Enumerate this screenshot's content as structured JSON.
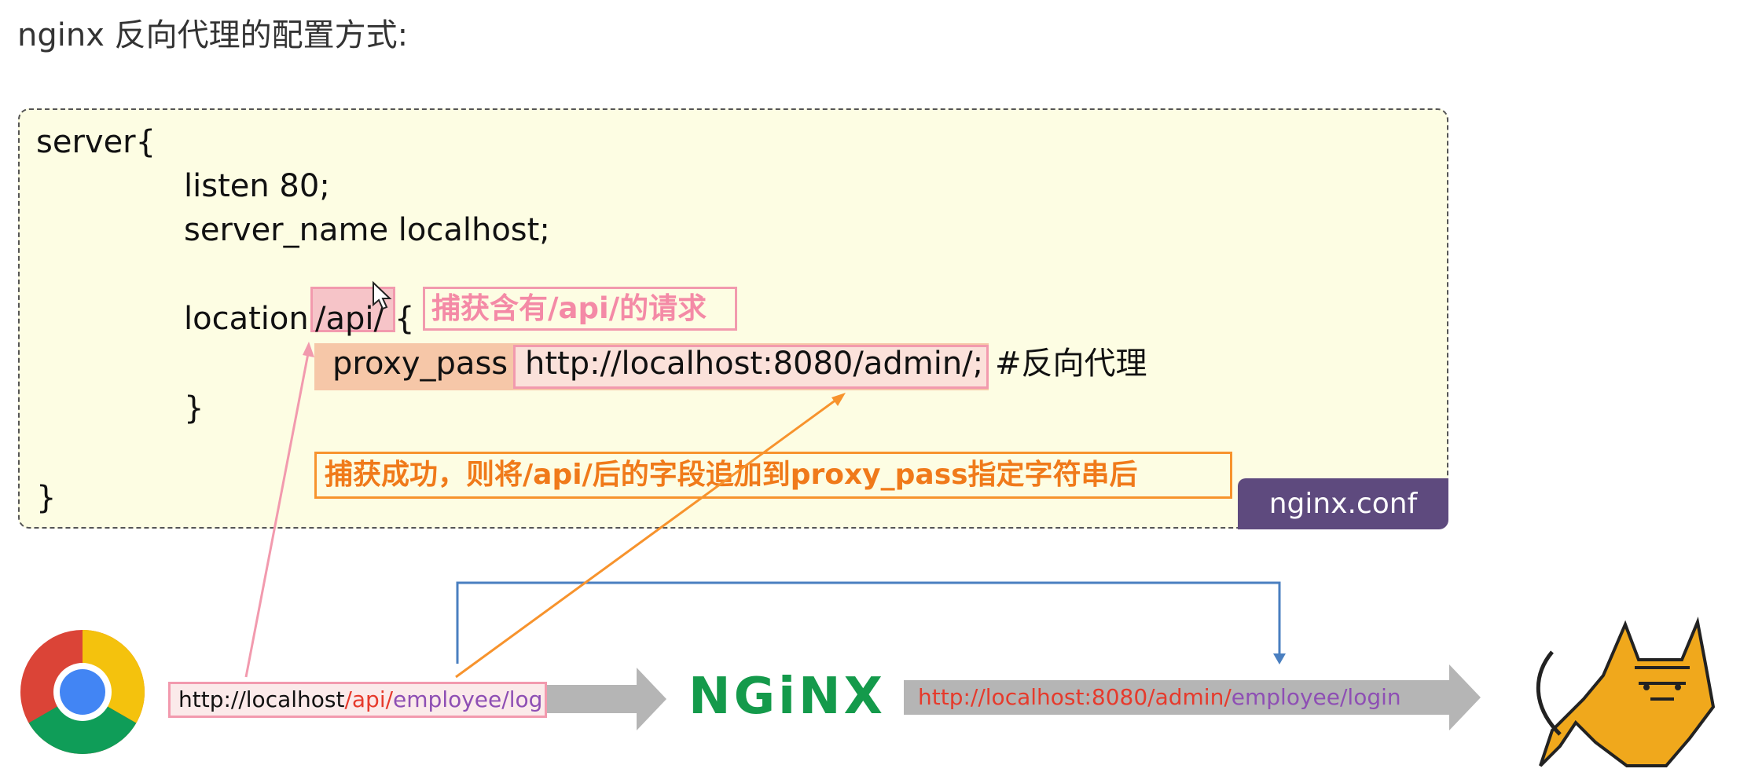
{
  "title": "nginx 反向代理的配置方式:",
  "config": {
    "line_server": "server{",
    "line_listen": "listen 80;",
    "line_server_name": "server_name localhost;",
    "location_keyword": "location",
    "location_path": "/api/",
    "location_brace": "{",
    "proxy_pass_keyword": "proxy_pass",
    "proxy_pass_url": "http://localhost:8080/admin/;",
    "comment": "#反向代理",
    "close_inner": "}",
    "close_outer": "}"
  },
  "annotations": {
    "capture": "捕获含有/api/的请求",
    "append": "捕获成功，则将/api/后的字段追加到proxy_pass指定字符串后"
  },
  "file_label": "nginx.conf",
  "flow": {
    "request_url": {
      "prefix": "http://localhost",
      "api": "/api/",
      "path": "employee/login"
    },
    "nginx_logo_text": "NGiNX",
    "forward_url": {
      "prefix": "http://localhost:8080/admin/",
      "path": "employee/login"
    }
  },
  "colors": {
    "config_bg": "#fdfde3",
    "pink": "#f29aae",
    "orange": "#f7932d",
    "tab_purple": "#5e4a7e",
    "nginx_green": "#149a4b",
    "connector_blue": "#4a7fc0"
  },
  "icons": {
    "browser": "chrome-logo-icon",
    "server": "tomcat-logo-icon",
    "cursor": "mouse-cursor-icon"
  }
}
